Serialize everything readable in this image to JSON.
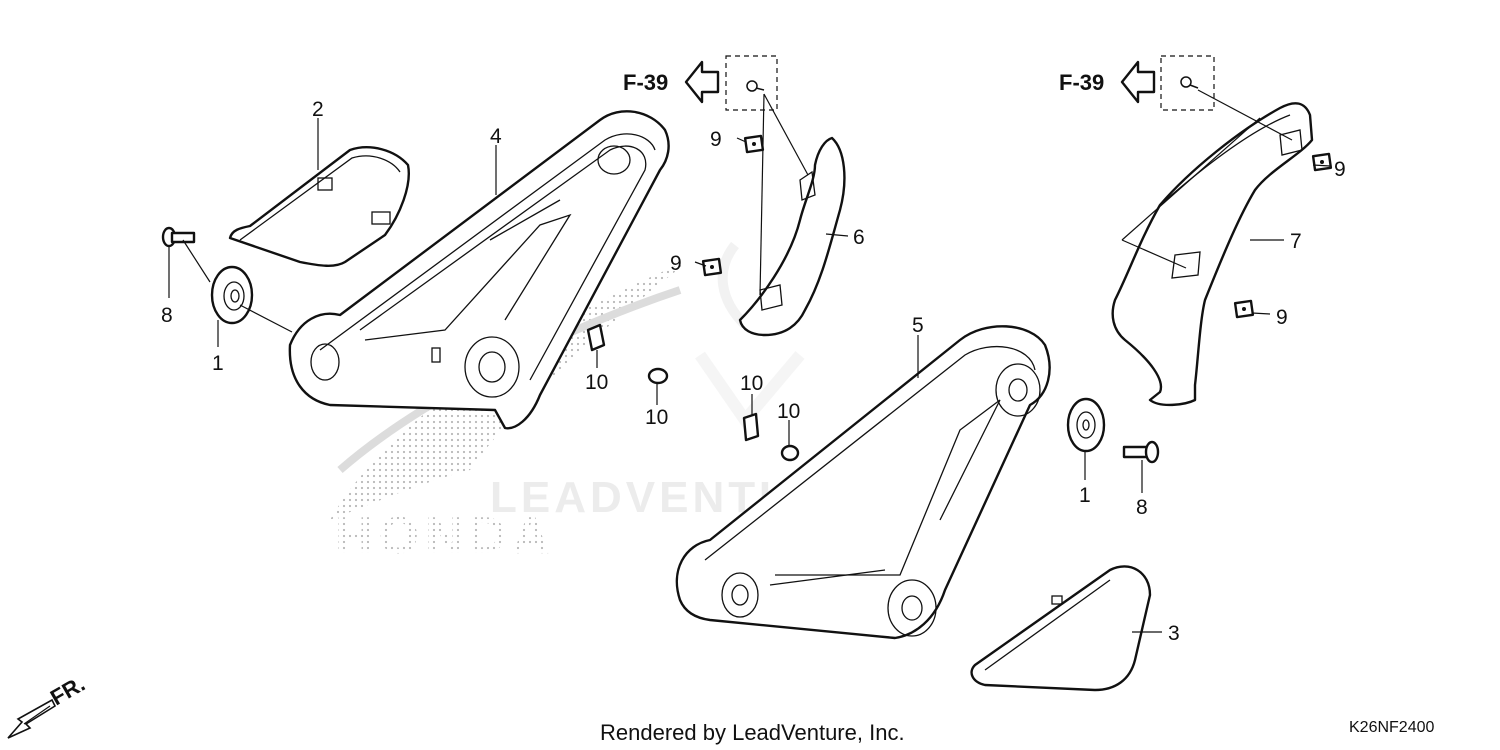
{
  "diagram": {
    "callouts": {
      "c1a": "1",
      "c1b": "1",
      "c2": "2",
      "c3": "3",
      "c4": "4",
      "c5": "5",
      "c6": "6",
      "c7": "7",
      "c8a": "8",
      "c8b": "8",
      "c9a": "9",
      "c9b": "9",
      "c9c": "9",
      "c9d": "9",
      "c10a": "10",
      "c10b": "10",
      "c10c": "10",
      "c10d": "10"
    },
    "references": {
      "left": "F-39",
      "right": "F-39"
    },
    "direction_label": "FR.",
    "watermarks": {
      "brand": "HONDA",
      "dealer": "LEADVENTURE"
    },
    "footer": "Rendered by LeadVenture, Inc.",
    "diagram_code": "K26NF2400"
  }
}
